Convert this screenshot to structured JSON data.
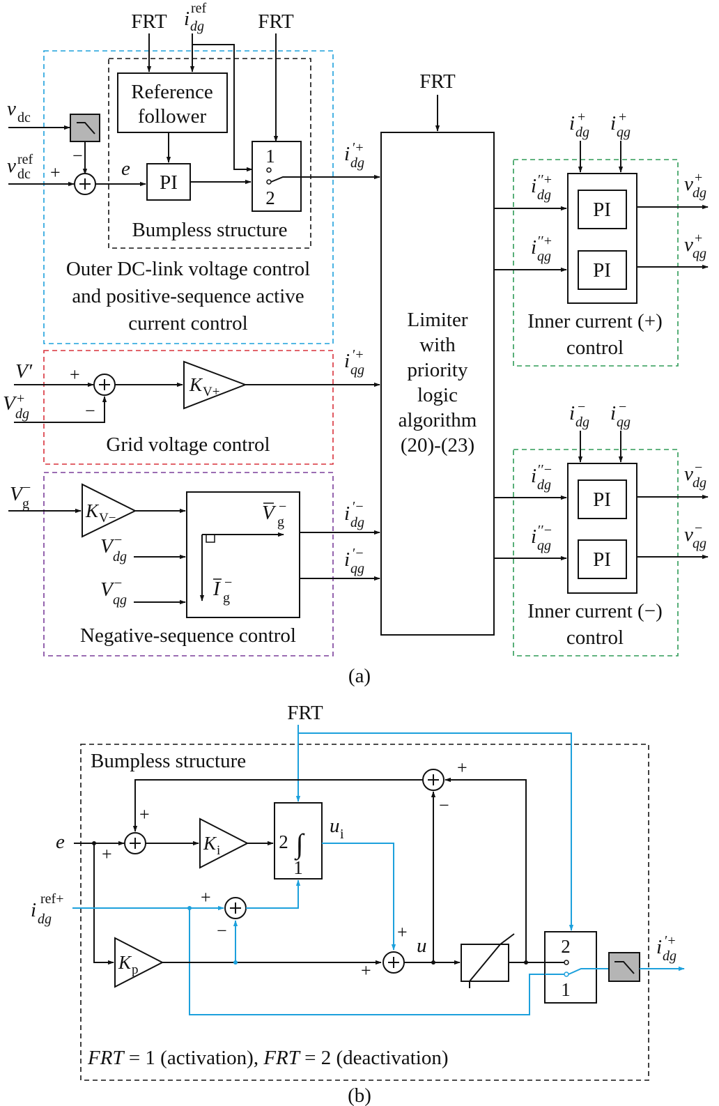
{
  "diagram_a": {
    "caption": "(a)",
    "top_labels": {
      "frt_left": "FRT",
      "frt_right": "FRT",
      "frt_limiter": "FRT",
      "idg_ref_main": "i",
      "idg_ref_sub": "dg",
      "idg_ref_sup": "ref"
    },
    "inputs": {
      "vdc_main": "v",
      "vdc_sub": "dc",
      "vdc_ref_main": "v",
      "vdc_ref_sub": "dc",
      "vdc_ref_sup": "ref",
      "vprime": "V′",
      "vdg_plus_main": "V",
      "vdg_plus_sub": "dg",
      "vdg_plus_sup": "+",
      "vg_minus_main": "V",
      "vg_minus_sub": "g",
      "vg_minus_sup": "−",
      "vdg_minus_main": "V",
      "vdg_minus_sub": "dg",
      "vdg_minus_sup": "−",
      "vqg_minus_main": "V",
      "vqg_minus_sub": "qg",
      "vqg_minus_sup": "−"
    },
    "outer": {
      "reference_follower_line1": "Reference",
      "reference_follower_line2": "follower",
      "pi": "PI",
      "e": "e",
      "switch_1": "1",
      "switch_2": "2",
      "bumpless_label": "Bumpless structure",
      "caption_line1": "Outer DC-link voltage control",
      "caption_line2": "and positive-sequence active",
      "caption_line3": "current control",
      "plus": "+",
      "minus": "−"
    },
    "grid_voltage": {
      "gain_main": "K",
      "gain_sub": "V+",
      "caption": "Grid voltage control",
      "plus": "+",
      "minus": "−"
    },
    "negative_seq": {
      "gain_main": "K",
      "gain_sub": "V−",
      "vbar_main": "V",
      "vbar_sub": "g",
      "vbar_sup": "−",
      "ibar_main": "I",
      "ibar_sub": "g",
      "ibar_sup": "−",
      "caption": "Negative-sequence control"
    },
    "signals": {
      "idg_p_main": "i",
      "idg_p_sub": "dg",
      "idg_p_sup": "′+",
      "iqg_p_main": "i",
      "iqg_p_sub": "qg",
      "iqg_p_sup": "′+",
      "idg_n_main": "i",
      "idg_n_sub": "dg",
      "idg_n_sup": "′−",
      "iqg_n_main": "i",
      "iqg_n_sub": "qg",
      "iqg_n_sup": "′−"
    },
    "limiter": {
      "line1": "Limiter",
      "line2": "with",
      "line3": "priority",
      "line4": "logic",
      "line5": "algorithm",
      "line6": "(20)-(23)"
    },
    "inner_pos": {
      "fb_d_main": "i",
      "fb_d_sub": "dg",
      "fb_d_sup": "+",
      "fb_q_main": "i",
      "fb_q_sub": "qg",
      "fb_q_sup": "+",
      "in_d_main": "i",
      "in_d_sub": "dg",
      "in_d_sup": "′′+",
      "in_q_main": "i",
      "in_q_sub": "qg",
      "in_q_sup": "′′+",
      "pi1": "PI",
      "pi2": "PI",
      "out_d_main": "v",
      "out_d_sub": "dg",
      "out_d_sup": "+",
      "out_q_main": "v",
      "out_q_sub": "qg",
      "out_q_sup": "+",
      "caption_line1": "Inner current (+)",
      "caption_line2": "control"
    },
    "inner_neg": {
      "fb_d_main": "i",
      "fb_d_sub": "dg",
      "fb_d_sup": "−",
      "fb_q_main": "i",
      "fb_q_sub": "qg",
      "fb_q_sup": "−",
      "in_d_main": "i",
      "in_d_sub": "dg",
      "in_d_sup": "′′−",
      "in_q_main": "i",
      "in_q_sub": "qg",
      "in_q_sup": "′′−",
      "pi1": "PI",
      "pi2": "PI",
      "out_d_main": "v",
      "out_d_sub": "dg",
      "out_d_sup": "−",
      "out_q_main": "v",
      "out_q_sub": "qg",
      "out_q_sup": "−",
      "caption_line1": "Inner current (−)",
      "caption_line2": "control"
    }
  },
  "diagram_b": {
    "caption": "(b)",
    "frt": "FRT",
    "title": "Bumpless structure",
    "e": "e",
    "iref_main": "i",
    "iref_sub": "dg",
    "iref_sup": "ref+",
    "ki_main": "K",
    "ki_sub": "i",
    "kp_main": "K",
    "kp_sub": "p",
    "int_top": "2",
    "int_sym": "∫",
    "int_bottom": "1",
    "ui_main": "u",
    "ui_sub": "i",
    "u": "u",
    "switch_2": "2",
    "switch_1": "1",
    "out_main": "i",
    "out_sub": "dg",
    "out_sup": "′+",
    "plus": "+",
    "minus": "−",
    "footer_frt1": "FRT",
    "footer_text1": " = 1 (activation), ",
    "footer_frt2": "FRT",
    "footer_text2": " = 2 (deactivation)"
  }
}
